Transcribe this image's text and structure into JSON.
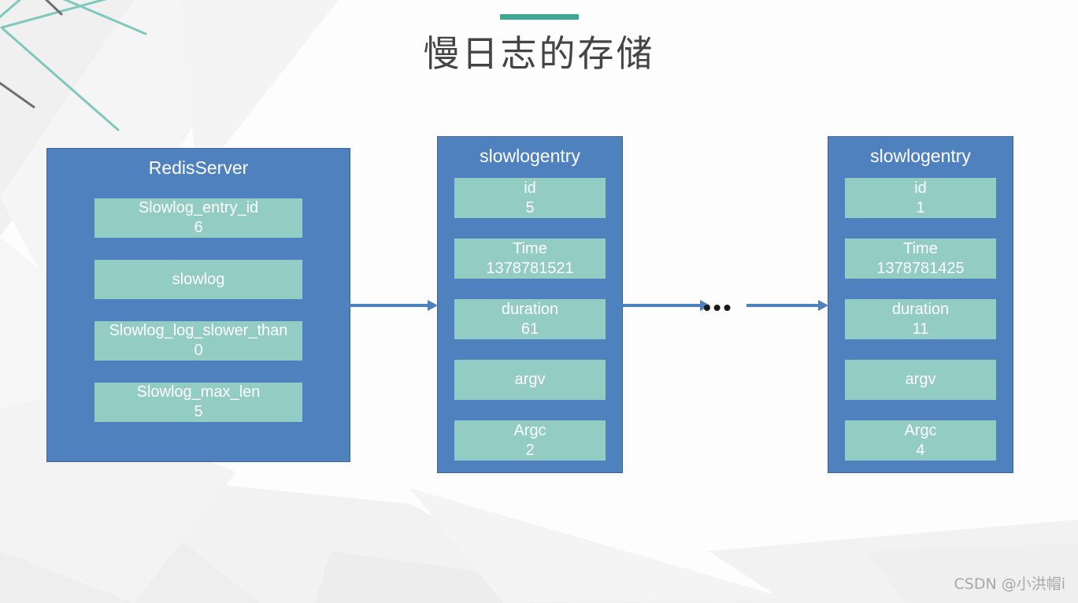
{
  "page": {
    "title": "慢日志的存储",
    "accent_color": "#3FA795",
    "box_color": "#4E81BD",
    "field_color": "#92CCC3",
    "arrow_color": "#4E81BD",
    "background_color": "#FDFDFD",
    "watermark": "CSDN @小洪帽i"
  },
  "diagram": {
    "type": "linked-list-structure",
    "nodes": [
      {
        "id": "redisserver",
        "title": "RedisServer",
        "fields": [
          {
            "name": "Slowlog_entry_id",
            "value": "6"
          },
          {
            "name": "slowlog",
            "value": ""
          },
          {
            "name": "Slowlog_log_slower_than",
            "value": "0"
          },
          {
            "name": "Slowlog_max_len",
            "value": "5"
          }
        ]
      },
      {
        "id": "entry-1",
        "title": "slowlogentry",
        "fields": [
          {
            "name": "id",
            "value": "5"
          },
          {
            "name": "Time",
            "value": "1378781521"
          },
          {
            "name": "duration",
            "value": "61"
          },
          {
            "name": "argv",
            "value": ""
          },
          {
            "name": "Argc",
            "value": "2"
          }
        ]
      },
      {
        "id": "entry-2",
        "title": "slowlogentry",
        "fields": [
          {
            "name": "id",
            "value": "1"
          },
          {
            "name": "Time",
            "value": "1378781425"
          },
          {
            "name": "duration",
            "value": "11"
          },
          {
            "name": "argv",
            "value": ""
          },
          {
            "name": "Argc",
            "value": "4"
          }
        ]
      }
    ],
    "connectors": [
      {
        "id": "arrow-1",
        "from": "redisserver",
        "to": "entry-1",
        "style": "arrow-right"
      },
      {
        "id": "arrow-2",
        "from": "entry-1",
        "to": "ellipsis",
        "style": "arrow-right"
      },
      {
        "id": "arrow-3",
        "from": "ellipsis",
        "to": "entry-2",
        "style": "arrow-right"
      }
    ],
    "ellipsis": "•••"
  }
}
